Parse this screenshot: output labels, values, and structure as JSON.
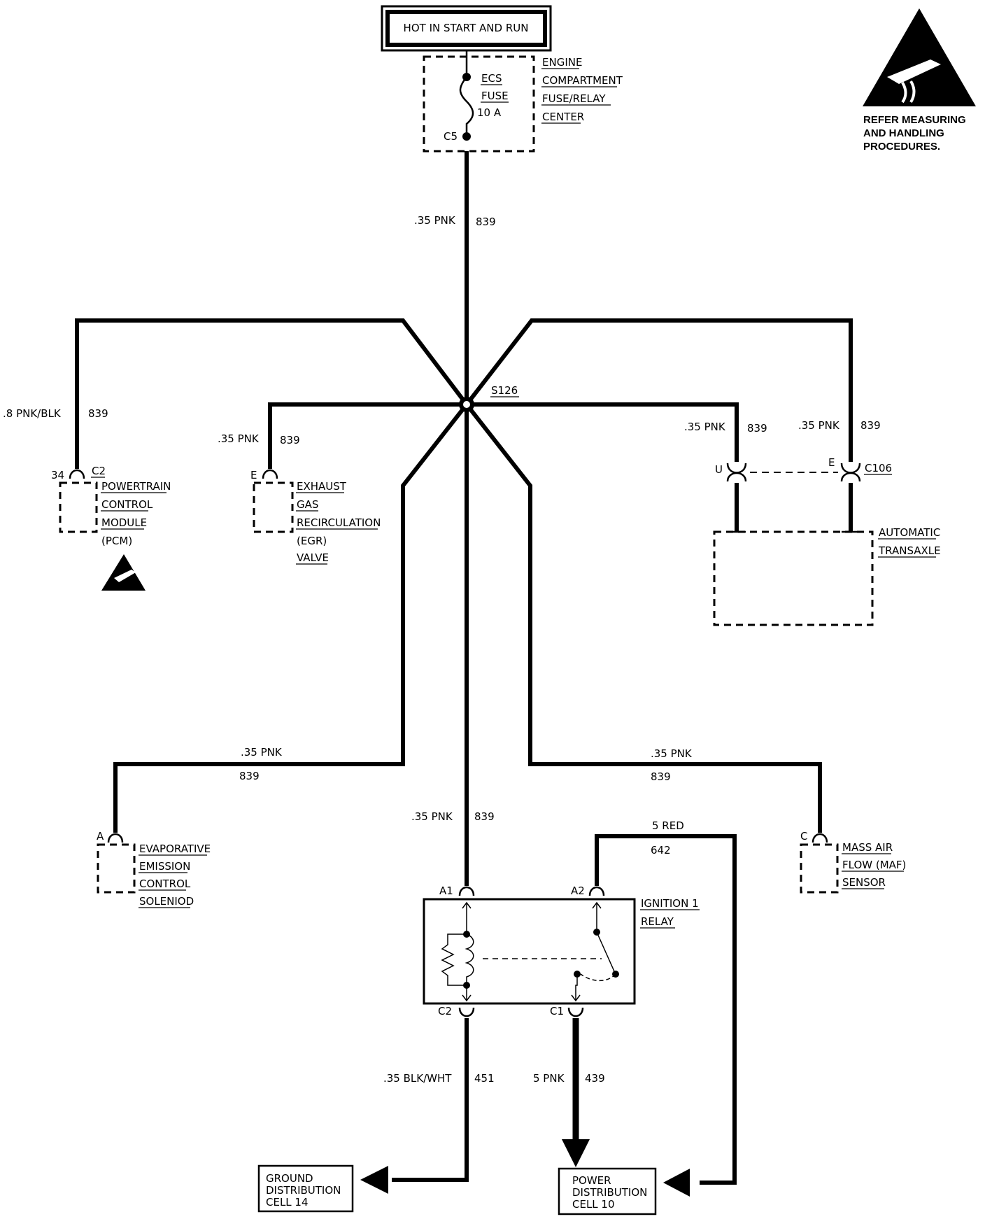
{
  "header": {
    "power_label": "HOT IN START AND RUN"
  },
  "fuse_center": {
    "fuse_name": "ECS",
    "fuse_word": "FUSE",
    "fuse_rating": "10 A",
    "terminal": "C5",
    "label": [
      "ENGINE",
      "COMPARTMENT",
      "FUSE/RELAY",
      "CENTER"
    ]
  },
  "esd_notice": {
    "lines": [
      "REFER MEASURING",
      "AND HANDLING",
      "PROCEDURES."
    ]
  },
  "splice": {
    "id": "S126"
  },
  "wires": {
    "main": {
      "gauge_color": ".35 PNK",
      "circuit": "839"
    },
    "pcm": {
      "gauge_color": ".8 PNK/BLK",
      "circuit": "839"
    },
    "egr": {
      "gauge_color": ".35 PNK",
      "circuit": "839"
    },
    "trans_u": {
      "gauge_color": ".35 PNK",
      "circuit": "839"
    },
    "trans_e": {
      "gauge_color": ".35 PNK",
      "circuit": "839"
    },
    "evap": {
      "gauge_color": ".35 PNK",
      "circuit": "839"
    },
    "maf": {
      "gauge_color": ".35 PNK",
      "circuit": "839"
    },
    "relay_a1": {
      "gauge_color": ".35 PNK",
      "circuit": "839"
    },
    "relay_a2": {
      "gauge_color": "5 RED",
      "circuit": "642"
    },
    "relay_c2": {
      "gauge_color": ".35 BLK/WHT",
      "circuit": "451"
    },
    "relay_c1": {
      "gauge_color": "5 PNK",
      "circuit": "439"
    }
  },
  "components": {
    "pcm": {
      "pin": "34",
      "connector": "C2",
      "label": [
        "POWERTRAIN",
        "CONTROL",
        "MODULE"
      ],
      "abbr": "(PCM)"
    },
    "egr": {
      "pin": "E",
      "label": [
        "EXHAUST",
        "GAS",
        "RECIRCULATION"
      ],
      "abbr": "(EGR)",
      "label_end": "VALVE"
    },
    "transaxle": {
      "pin_u": "U",
      "pin_e": "E",
      "connector": "C106",
      "label": [
        "AUTOMATIC",
        "TRANSAXLE"
      ]
    },
    "evap": {
      "pin": "A",
      "label": [
        "EVAPORATIVE",
        "EMISSION",
        "CONTROL",
        "SOLENIOD"
      ]
    },
    "maf": {
      "pin": "C",
      "label": [
        "MASS AIR",
        "FLOW (MAF)",
        "SENSOR"
      ]
    },
    "relay": {
      "pin_a1": "A1",
      "pin_a2": "A2",
      "pin_c2": "C2",
      "pin_c1": "C1",
      "label": [
        "IGNITION 1",
        "RELAY"
      ]
    }
  },
  "destinations": {
    "ground": {
      "lines": [
        "GROUND",
        "DISTRIBUTION",
        "CELL 14"
      ]
    },
    "power": {
      "lines": [
        "POWER",
        "DISTRIBUTION",
        "CELL 10"
      ]
    }
  }
}
